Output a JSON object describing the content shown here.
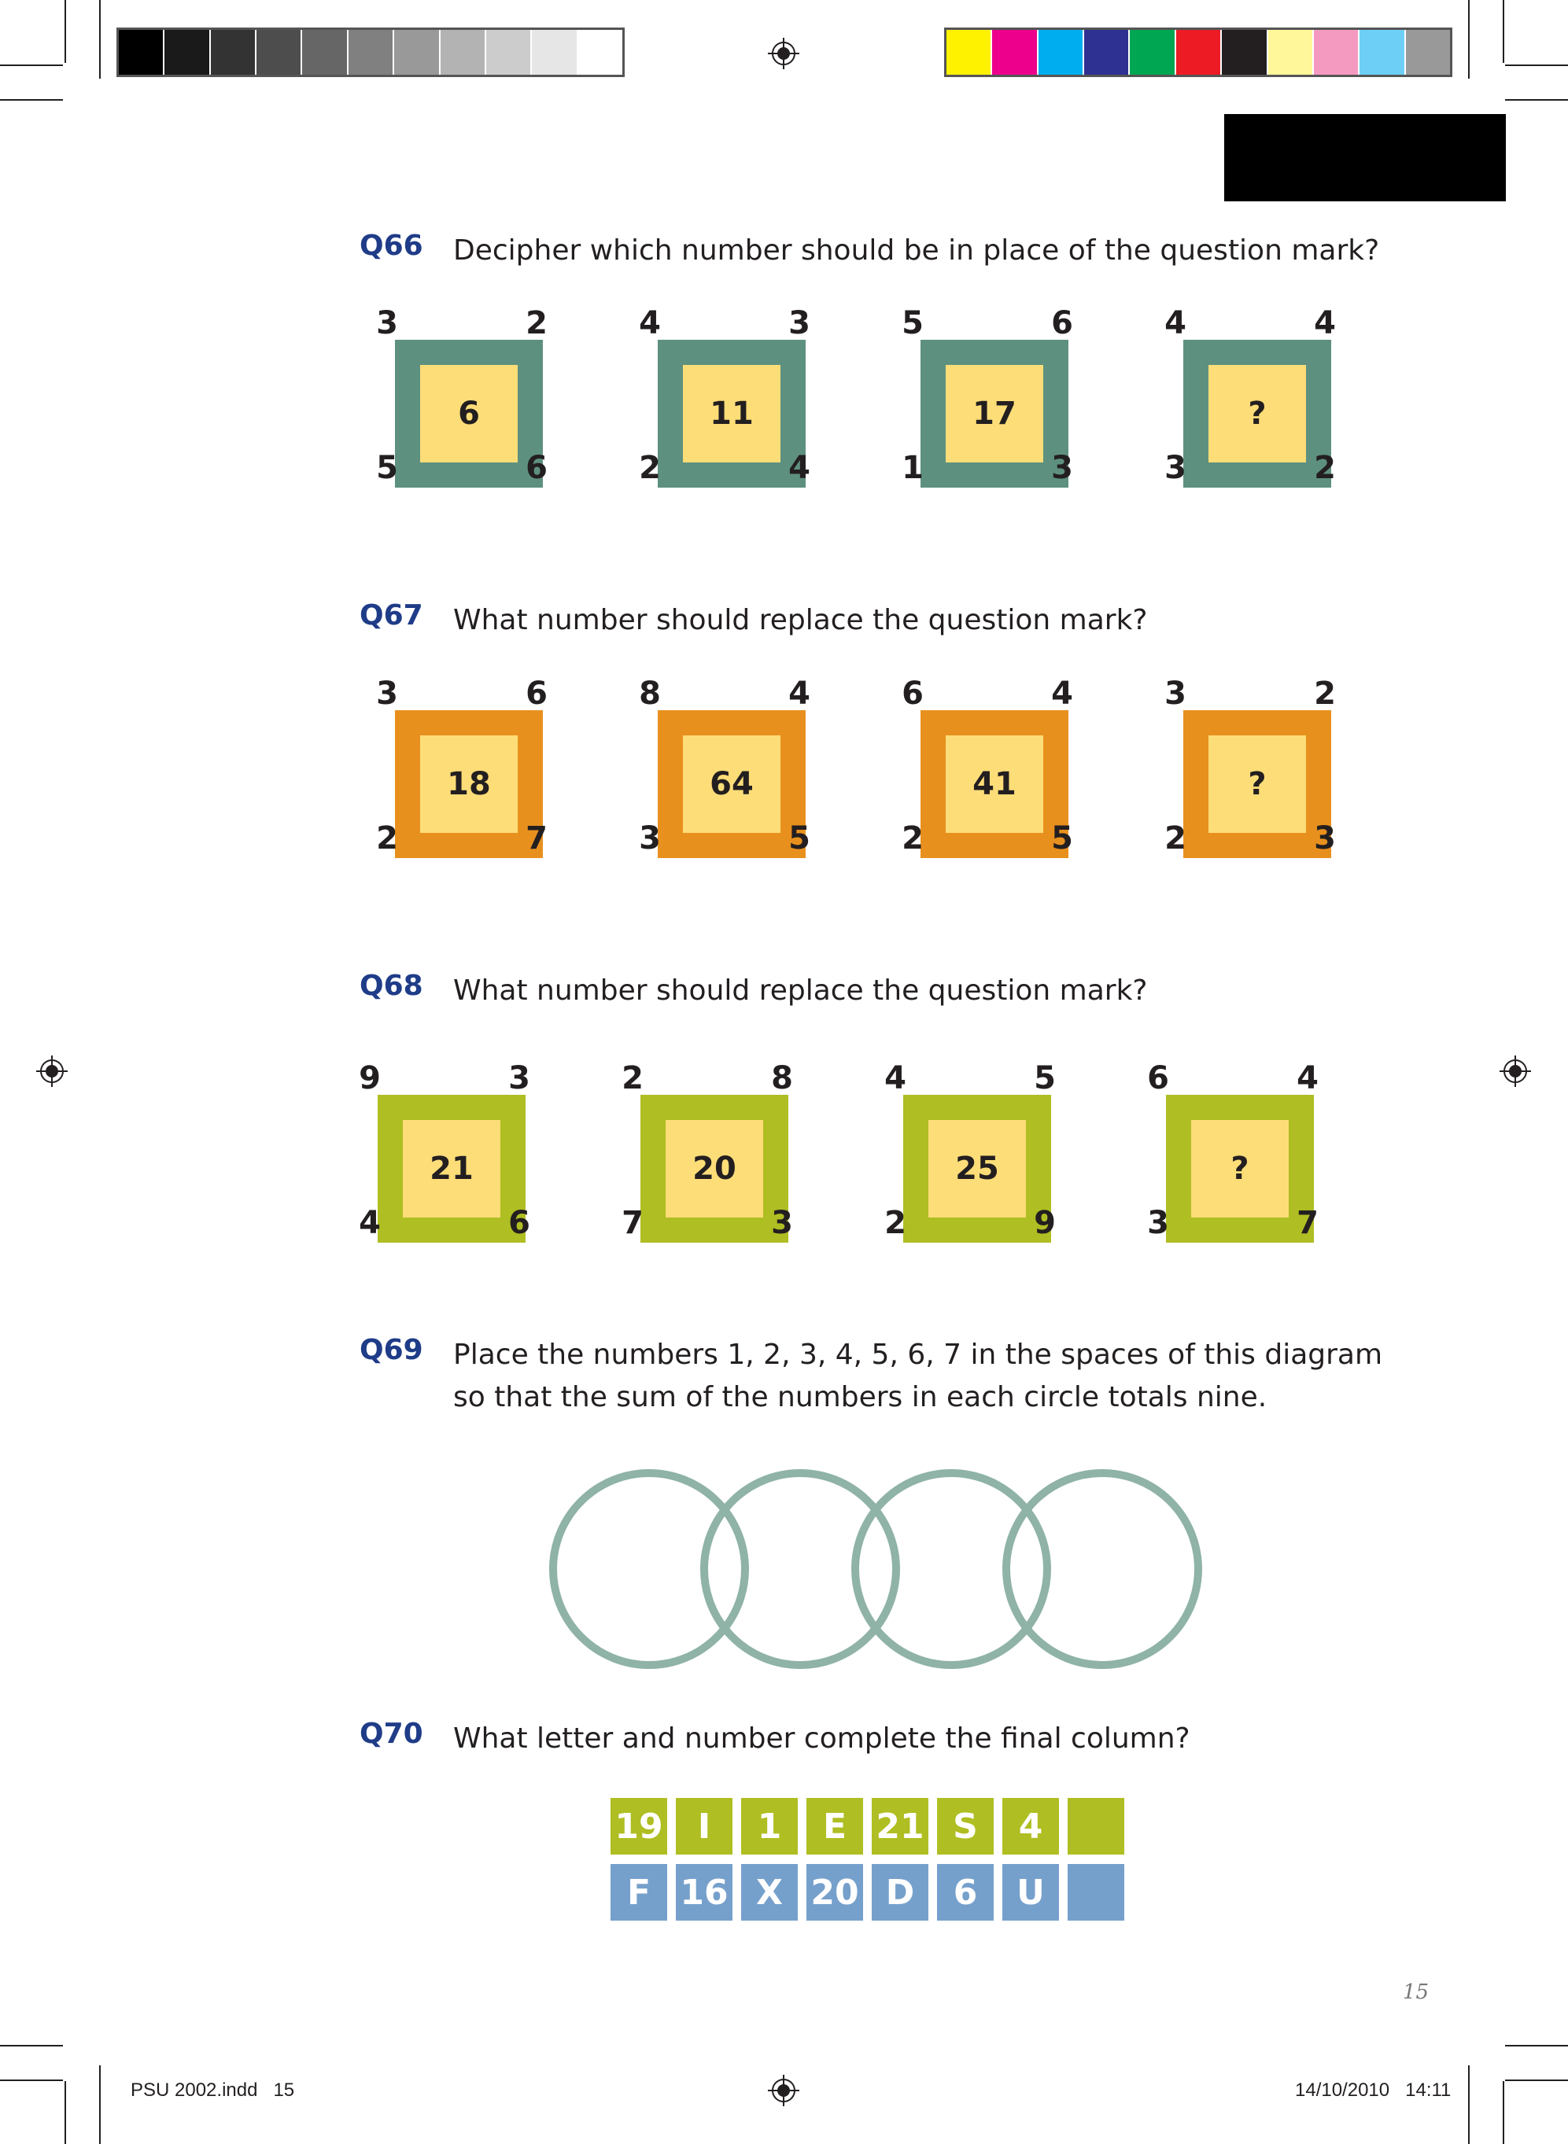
{
  "colors": {
    "question_blue": "#1f3c88",
    "q66_frame": "#5e9080",
    "q67_frame": "#e8901e",
    "q68_frame": "#afbe22",
    "inner_yellow": "#fddd78",
    "ring_color": "#8fb3a6",
    "row_green": "#afbe22",
    "row_blue": "#76a0cc"
  },
  "gray_bar": [
    "#000000",
    "#1a1a1a",
    "#333333",
    "#4d4d4d",
    "#666666",
    "#808080",
    "#999999",
    "#b3b3b3",
    "#cccccc",
    "#e6e6e6",
    "#ffffff"
  ],
  "color_bar": [
    "#fff200",
    "#ec008c",
    "#00aeef",
    "#2e3192",
    "#00a651",
    "#ed1c24",
    "#231f20",
    "#fff799",
    "#f49ac1",
    "#6dcff6",
    "#999999"
  ],
  "questions": {
    "q66": {
      "label": "Q66",
      "text": "Decipher which number should be in place of the question mark?",
      "puzzles": [
        {
          "tl": "3",
          "tr": "2",
          "bl": "5",
          "br": "6",
          "center": "6"
        },
        {
          "tl": "4",
          "tr": "3",
          "bl": "2",
          "br": "4",
          "center": "11"
        },
        {
          "tl": "5",
          "tr": "6",
          "bl": "1",
          "br": "3",
          "center": "17"
        },
        {
          "tl": "4",
          "tr": "4",
          "bl": "3",
          "br": "2",
          "center": "?"
        }
      ]
    },
    "q67": {
      "label": "Q67",
      "text": "What number should replace the question mark?",
      "puzzles": [
        {
          "tl": "3",
          "tr": "6",
          "bl": "2",
          "br": "7",
          "center": "18"
        },
        {
          "tl": "8",
          "tr": "4",
          "bl": "3",
          "br": "5",
          "center": "64"
        },
        {
          "tl": "6",
          "tr": "4",
          "bl": "2",
          "br": "5",
          "center": "41"
        },
        {
          "tl": "3",
          "tr": "2",
          "bl": "2",
          "br": "3",
          "center": "?"
        }
      ]
    },
    "q68": {
      "label": "Q68",
      "text": "What number should replace the question mark?",
      "puzzles": [
        {
          "tl": "9",
          "tr": "3",
          "bl": "4",
          "br": "6",
          "center": "21"
        },
        {
          "tl": "2",
          "tr": "8",
          "bl": "7",
          "br": "3",
          "center": "20"
        },
        {
          "tl": "4",
          "tr": "5",
          "bl": "2",
          "br": "9",
          "center": "25"
        },
        {
          "tl": "6",
          "tr": "4",
          "bl": "3",
          "br": "7",
          "center": "?"
        }
      ]
    },
    "q69": {
      "label": "Q69",
      "text_line1": "Place the numbers 1, 2, 3, 4, 5, 6, 7 in the spaces of this diagram",
      "text_line2": "so that the sum of the numbers in each circle totals nine."
    },
    "q70": {
      "label": "Q70",
      "text": "What letter and number complete the final column?",
      "row1": [
        "19",
        "I",
        "1",
        "E",
        "21",
        "S",
        "4",
        ""
      ],
      "row2": [
        "F",
        "16",
        "X",
        "20",
        "D",
        "6",
        "U",
        ""
      ]
    }
  },
  "page_number": "15",
  "footer": {
    "file": "PSU 2002.indd   15",
    "datetime": "14/10/2010   14:11"
  }
}
